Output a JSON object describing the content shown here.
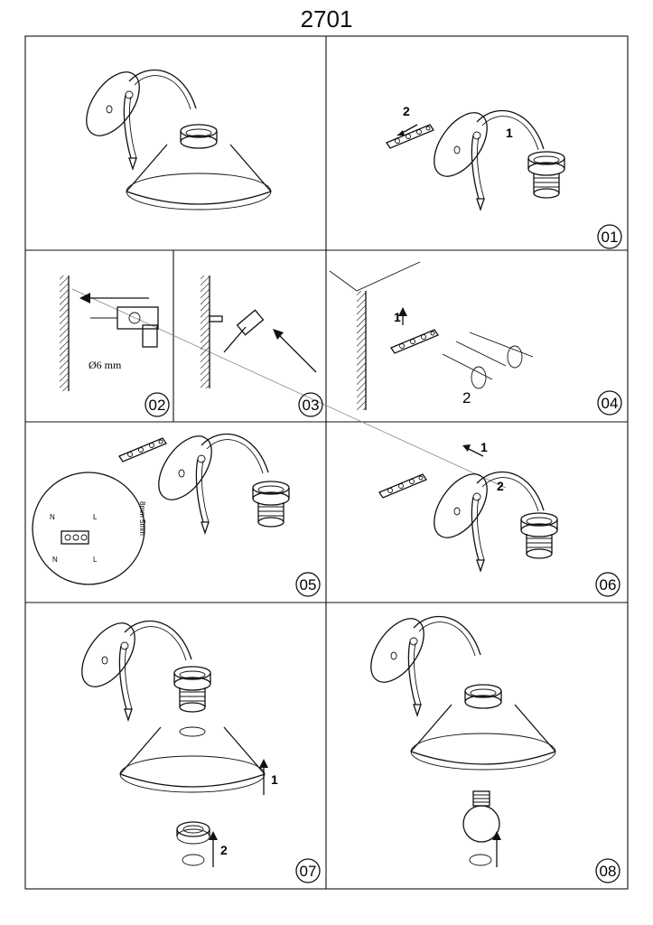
{
  "title": "2701",
  "steps": [
    {
      "label": "01"
    },
    {
      "label": "02"
    },
    {
      "label": "03"
    },
    {
      "label": "04"
    },
    {
      "label": "05"
    },
    {
      "label": "06"
    },
    {
      "label": "07"
    },
    {
      "label": "08"
    }
  ],
  "annotations": {
    "drill_diameter": "Ø6 mm",
    "step1_arrow_1": "1",
    "step1_arrow_2": "2",
    "step4_arrow_1": "1",
    "step4_arrow_2": "2",
    "step6_arrow_1": "1",
    "step6_arrow_2": "2",
    "step7_arrow_1": "1",
    "step7_arrow_2": "2",
    "wiring_n": "N",
    "wiring_l": "L",
    "wiring_strip": "8mm 5mm"
  },
  "icons": [
    "wall-lamp",
    "mounting-bracket",
    "drill-icon",
    "hammer-icon",
    "wall-plug",
    "screw",
    "terminal-block",
    "lamp-shade",
    "shade-ring",
    "light-bulb",
    "rotate-arrow"
  ]
}
